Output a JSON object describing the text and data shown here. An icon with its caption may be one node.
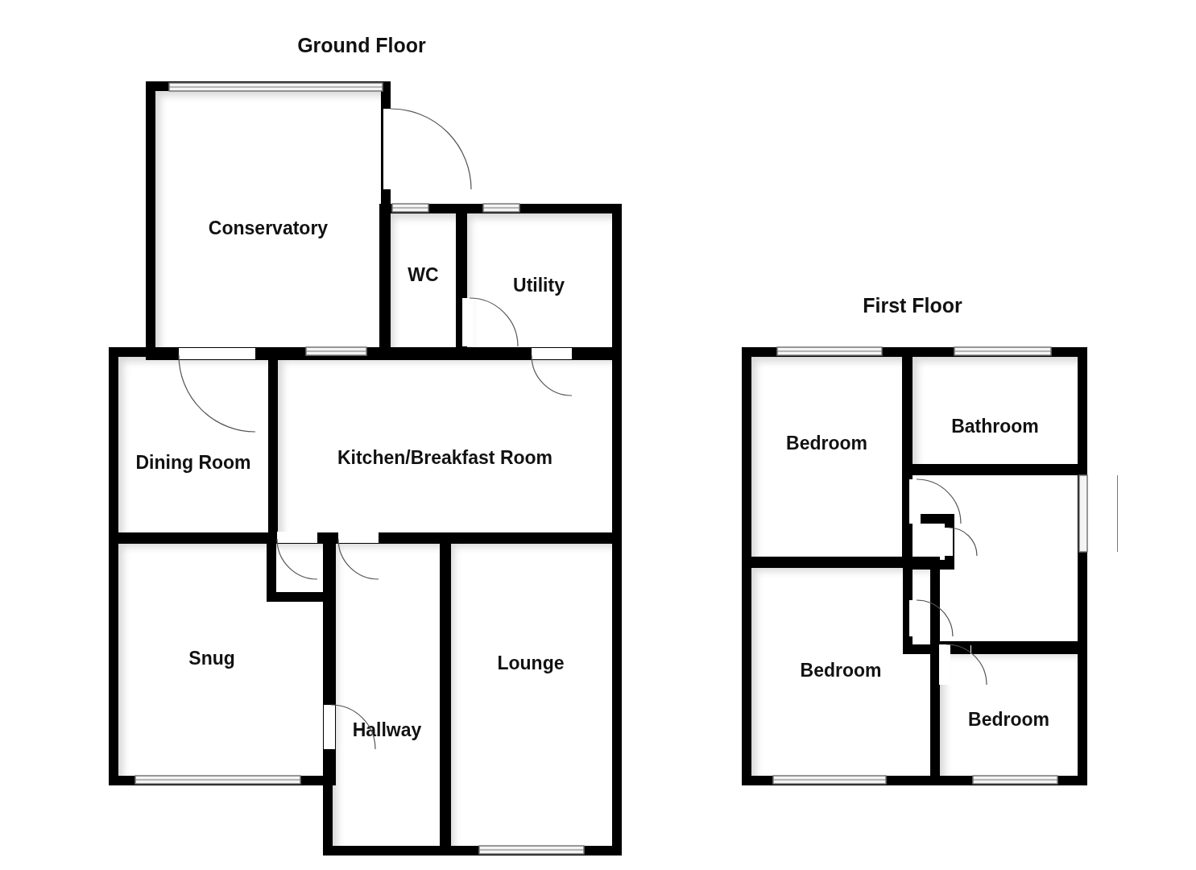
{
  "diagram": {
    "nodes": [
      {
        "text": [
          "Conservatory"
        ]
      },
      {
        "text": [
          "WC"
        ]
      },
      {
        "text": [
          "Utility"
        ]
      },
      {
        "text": [
          "Dining Room"
        ]
      },
      {
        "text": [
          "Kitchen/Breakfast Room"
        ]
      },
      {
        "text": [
          "Snug"
        ]
      },
      {
        "text": [
          "Hallway"
        ]
      },
      {
        "text": [
          "Lounge"
        ]
      },
      {
        "text": [
          "Bedroom"
        ]
      },
      {
        "text": [
          "Bathroom"
        ]
      },
      {
        "text": [
          "Bedroom"
        ]
      },
      {
        "text": [
          "Bedroom"
        ]
      }
    ],
    "edges": [],
    "labels": [
      "Ground Floor",
      "First Floor"
    ]
  }
}
